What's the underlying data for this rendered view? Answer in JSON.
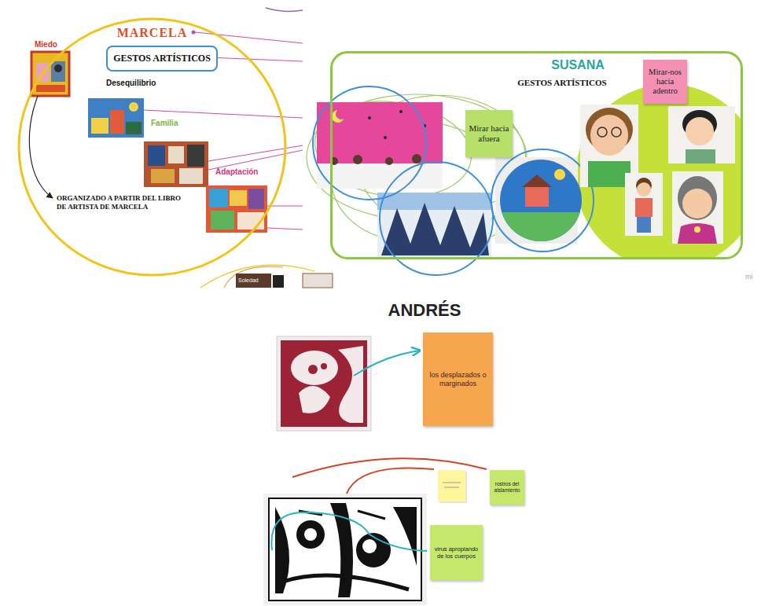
{
  "diagram": {
    "nodes": [
      {
        "text": [
          "MARCELA"
        ]
      },
      {
        "text": [
          "GESTOS ARTÍSTICOS"
        ],
        "in": 0
      },
      {
        "text": [
          "Miedo"
        ],
        "in": 0
      },
      {
        "text": [
          "Desequilibrio"
        ],
        "in": 0
      },
      {
        "text": [
          "Familia"
        ],
        "in": 0
      },
      {
        "text": [
          "Adaptación"
        ],
        "in": 0
      },
      {
        "text": [
          "SUSANA",
          "GESTOS ARTÍSTICOS"
        ]
      },
      {
        "text": [
          "Mirar hacia afuera"
        ],
        "in": 6
      },
      {
        "text": [
          "Mirar-nos hacia adentro"
        ],
        "in": 6
      },
      {
        "text": [
          "los desplazados o marginados"
        ]
      },
      {
        "text": [
          "rostros del aislamiento"
        ]
      },
      {
        "text": [
          "virus apropiando de los cuerpos"
        ]
      }
    ],
    "labels": [
      "ORGANIZADO A PARTIR DEL LIBRO DE ARTISTA DE MARCELA",
      "Soledad",
      "mi",
      "ANDRÉS"
    ]
  }
}
